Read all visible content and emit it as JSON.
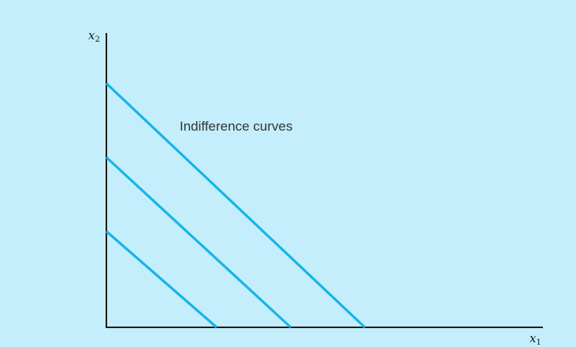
{
  "colors": {
    "background": "#c4eefb",
    "axis": "#1a1a1a",
    "curve": "#16b4e8",
    "text": "#333333"
  },
  "axes": {
    "x": {
      "name": "x",
      "subscript": "1"
    },
    "y": {
      "name": "x",
      "subscript": "2"
    }
  },
  "annotation": "Indifference curves",
  "curves": [
    {
      "id": "low",
      "intercept": 1
    },
    {
      "id": "middle",
      "intercept": 2
    },
    {
      "id": "high",
      "intercept": 3
    }
  ]
}
